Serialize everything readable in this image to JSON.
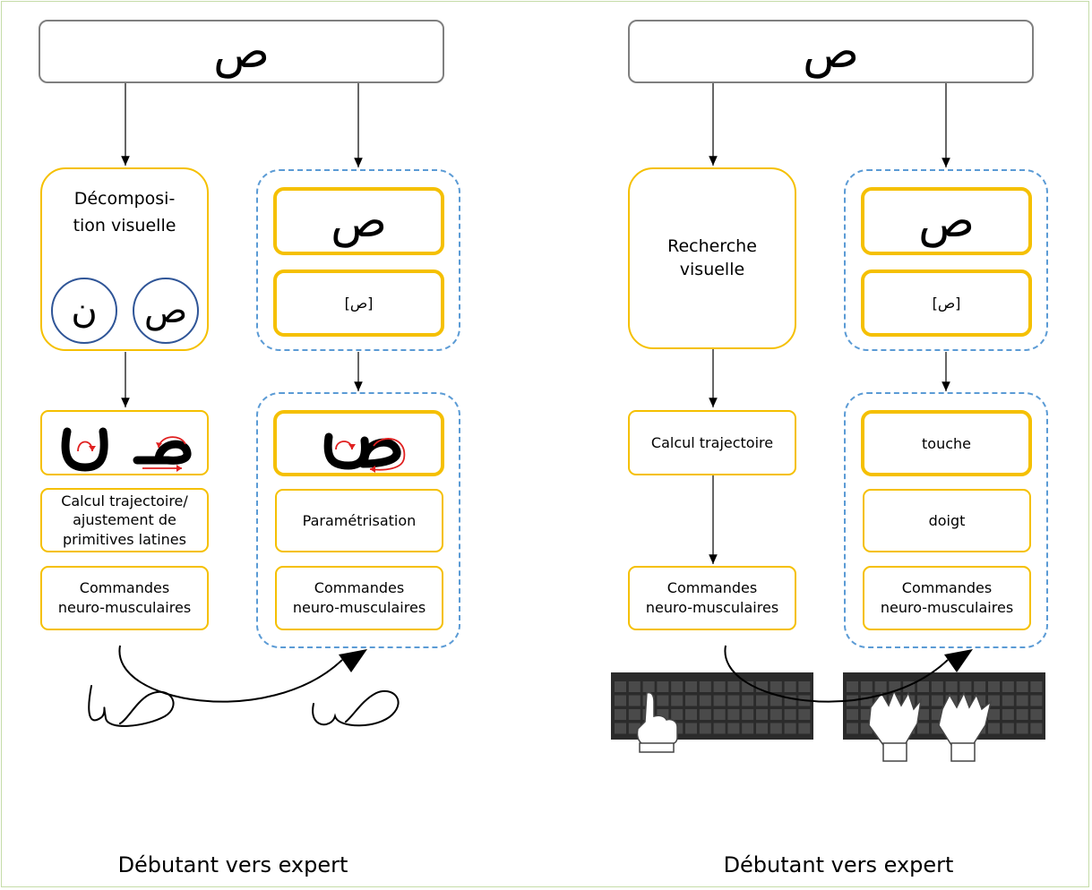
{
  "letter": "ص",
  "phonetic": "[ص]",
  "left_panel": {
    "novice_path": {
      "decomposition_label": "Décomposi-\ntion visuelle",
      "circle_letters": [
        "ن",
        "ص"
      ],
      "trajectory_label": "Calcul trajectoire/\najustement de\nprimitives latines",
      "commands_label": "Commandes\nneuro-musculaires"
    },
    "expert_path": {
      "parametrisation_label": "Paramétrisation",
      "commands_label": "Commandes\nneuro-musculaires"
    },
    "caption": "Débutant vers expert"
  },
  "right_panel": {
    "novice_path": {
      "search_label": "Recherche\nvisuelle",
      "trajectory_label": "Calcul trajectoire",
      "commands_label": "Commandes\nneuro-musculaires"
    },
    "expert_path": {
      "key_label": "touche",
      "finger_label": "doigt",
      "commands_label": "Commandes\nneuro-musculaires"
    },
    "caption": "Débutant vers expert"
  },
  "colors": {
    "module_border": "#f5c000",
    "automatized_group_border": "#5b9bd5",
    "stimulus_border": "#7f7f7f",
    "trajectory_hint": "#e02020"
  }
}
